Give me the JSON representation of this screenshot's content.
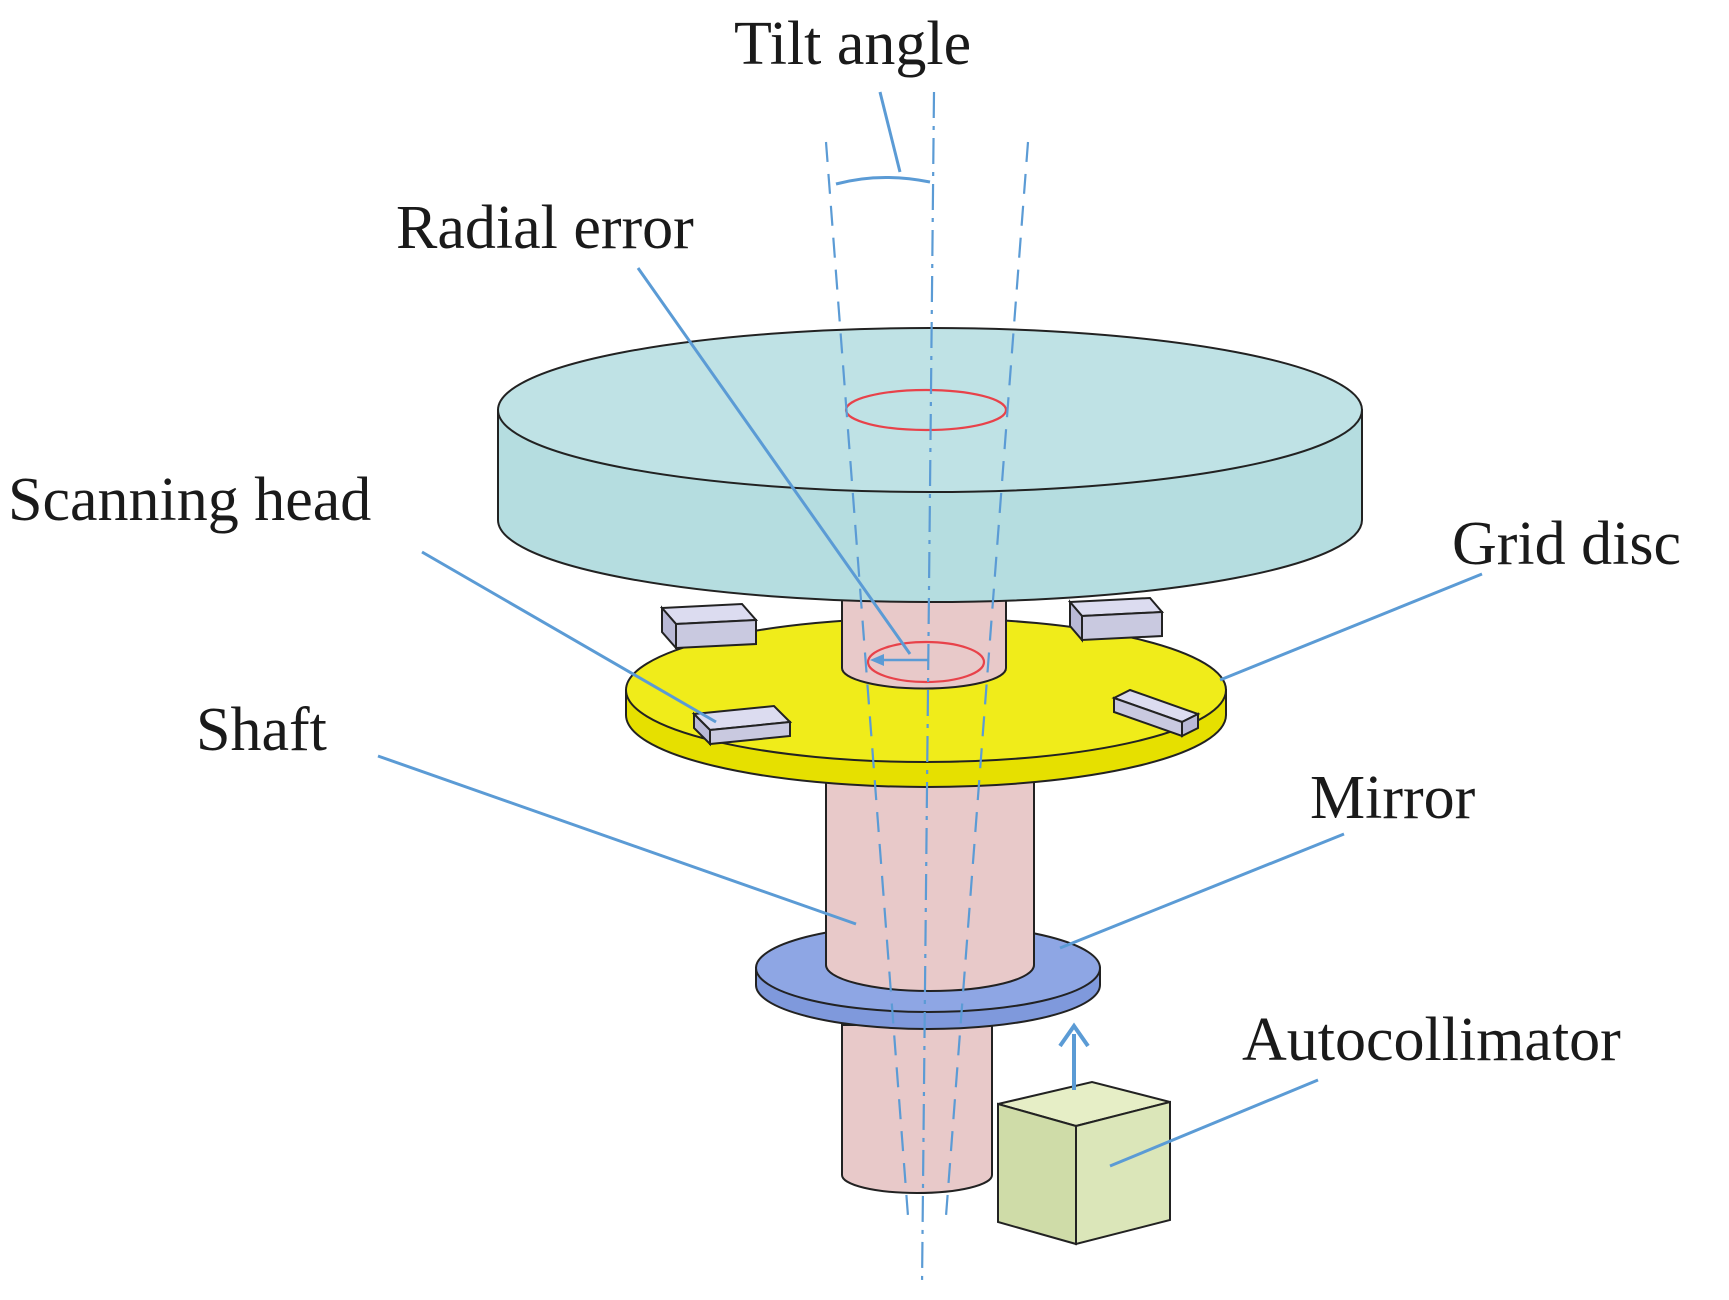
{
  "labels": {
    "tilt_angle": "Tilt angle",
    "radial_error": "Radial error",
    "scanning_head": "Scanning head",
    "grid_disc": "Grid disc",
    "shaft": "Shaft",
    "mirror": "Mirror",
    "autocollimator": "Autocollimator"
  },
  "colors": {
    "table": "#b5dde0",
    "grid_disc": "#e6e000",
    "shaft": "#e8c9c9",
    "mirror": "#7f99dc",
    "scanning_head": "#c9c9e0",
    "autocollimator": "#dbe6b9",
    "axis_lines": "#5b9bd5",
    "error_circle": "#e8424a"
  }
}
